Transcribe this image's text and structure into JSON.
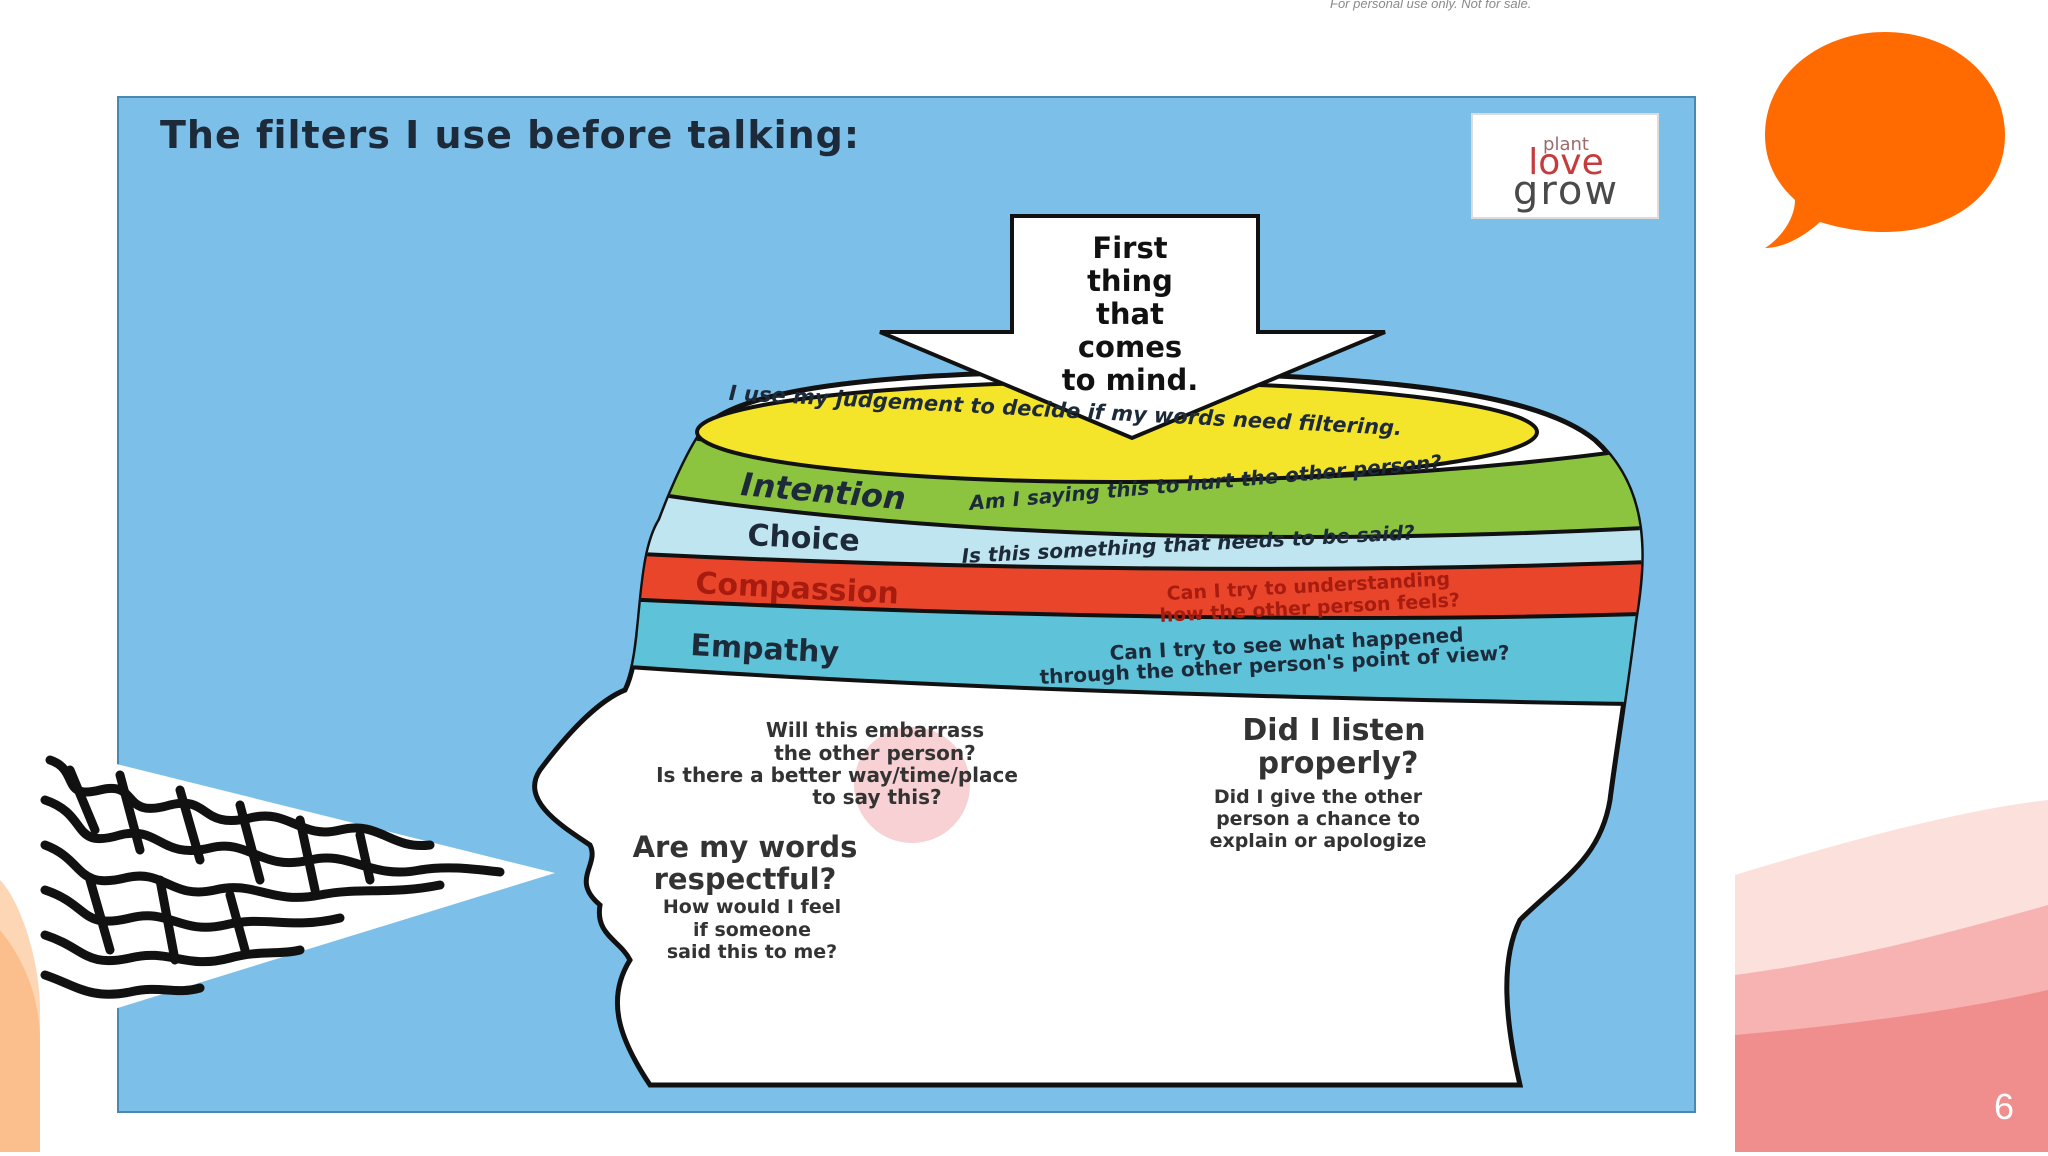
{
  "copyright": "For personal use only. Not for sale.",
  "title": "The filters I use before talking:",
  "logo": {
    "line1": "plant",
    "line2": "love",
    "line3": "grow"
  },
  "arrow_text": [
    "First",
    "thing",
    "that",
    "comes",
    "to mind."
  ],
  "bands": [
    {
      "name": "",
      "question": "I use my judgement to decide if my words need filtering.",
      "color": "#f5e52a"
    },
    {
      "name": "Intention",
      "question": "Am I saying this to hurt the other person?",
      "color": "#8cc43f"
    },
    {
      "name": "Choice",
      "question": "Is this something that needs to be said?",
      "color": "#bfe5f0"
    },
    {
      "name": "Compassion",
      "question_l1": "Can I try to understanding",
      "question_l2": "how the other person feels?",
      "color": "#e8452b"
    },
    {
      "name": "Empathy",
      "question_l1": "Can I try to see what happened",
      "question_l2": "through the other person's point of view?",
      "color": "#5ec2d8"
    }
  ],
  "embarrass": [
    "Will this embarrass",
    "the other person?",
    "Is there a better way/time/place",
    "to say this?"
  ],
  "respect": {
    "heading_l1": "Are my words",
    "heading_l2": "respectful?",
    "body": [
      "How would I feel",
      "if someone",
      "said this to me?"
    ]
  },
  "listen": {
    "heading_l1": "Did I listen",
    "heading_l2": "properly?",
    "body": [
      "Did I give the other",
      "person a chance to",
      "explain or apologize"
    ]
  },
  "page_number": "6",
  "colors": {
    "panel": "#7cc0ea",
    "speech_bubble": "#ff6b00",
    "accent_pink": "#f08e8e"
  }
}
